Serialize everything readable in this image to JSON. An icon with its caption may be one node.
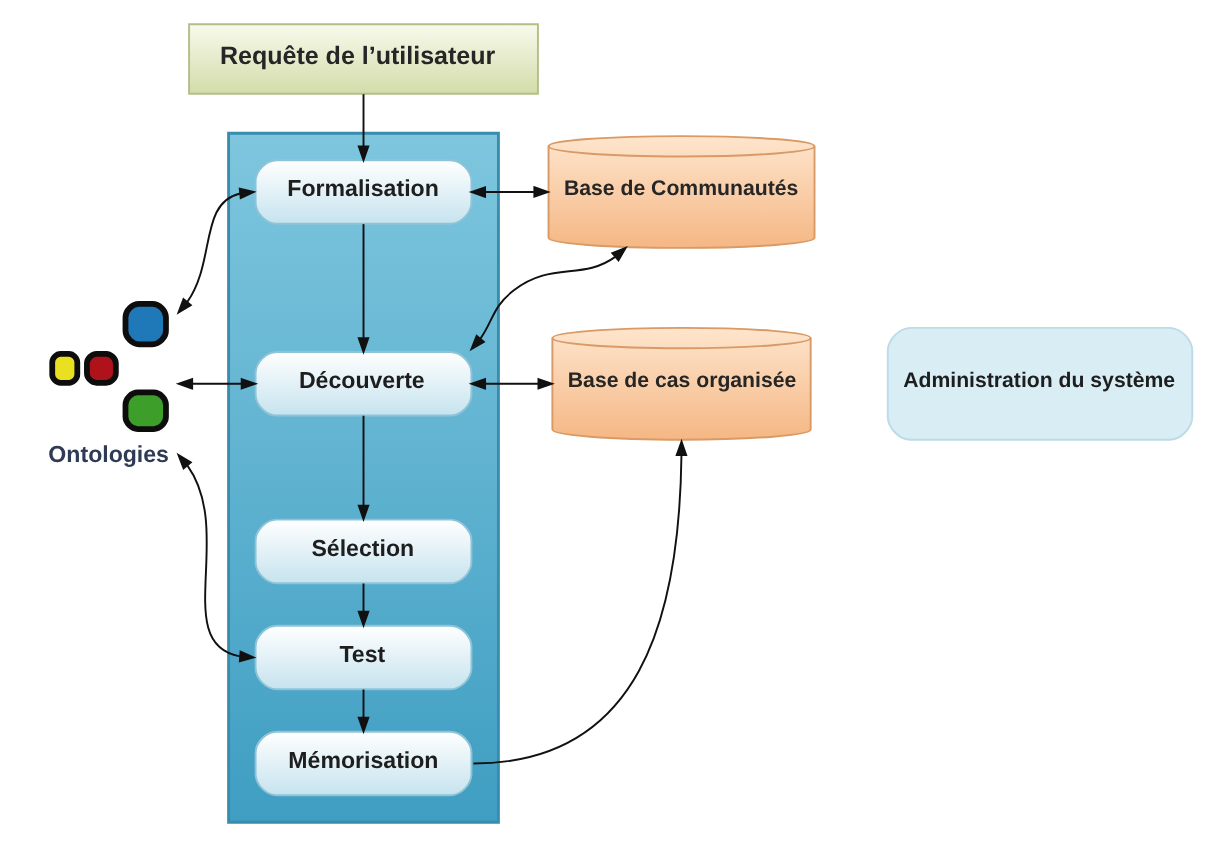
{
  "diagram": {
    "nodes": [
      {
        "text": [
          "Requête de l’utilisateur"
        ]
      },
      {
        "text": [],
        "shape": "box"
      },
      {
        "text": [
          "Formalisation"
        ],
        "in": 1
      },
      {
        "text": [
          "Découverte"
        ],
        "in": 1
      },
      {
        "text": [
          "Sélection"
        ],
        "in": 1
      },
      {
        "text": [
          "Test"
        ],
        "in": 1
      },
      {
        "text": [
          "Mémorisation"
        ],
        "in": 1
      },
      {
        "text": [
          "Ontologies"
        ]
      },
      {
        "text": [
          "Base de Communautés"
        ]
      },
      {
        "text": [
          "Base de cas organisée"
        ]
      },
      {
        "text": [
          "Administration du système"
        ]
      }
    ],
    "edges": [
      {
        "from": 0,
        "to": 2,
        "arrow": "to"
      },
      {
        "from": 2,
        "to": 3,
        "arrow": "to"
      },
      {
        "from": 3,
        "to": 4,
        "arrow": "to"
      },
      {
        "from": 4,
        "to": 5,
        "arrow": "to"
      },
      {
        "from": 5,
        "to": 6,
        "arrow": "to"
      },
      {
        "from": 7,
        "to": 2,
        "arrow": "both"
      },
      {
        "from": 7,
        "to": 3,
        "arrow": "both"
      },
      {
        "from": 7,
        "to": 5,
        "arrow": "both"
      },
      {
        "from": 2,
        "to": 8,
        "arrow": "both"
      },
      {
        "from": 3,
        "to": 8,
        "arrow": "both"
      },
      {
        "from": 3,
        "to": 9,
        "arrow": "both"
      },
      {
        "from": 6,
        "to": 9,
        "arrow": "to"
      }
    ]
  }
}
